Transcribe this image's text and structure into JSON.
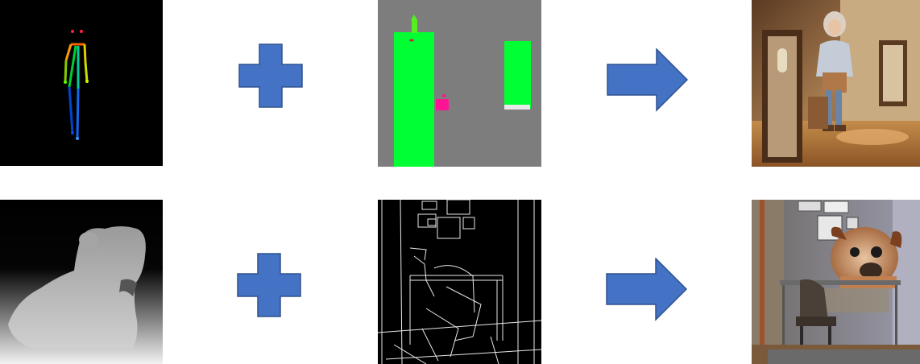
{
  "figure": {
    "accent_color": "#4472C4",
    "accent_border": "#2F528F",
    "rows": [
      {
        "inputs": [
          "pose-skeleton",
          "segmentation-map"
        ],
        "output": "generated-image-girl-mirror"
      },
      {
        "inputs": [
          "depth-map-dog",
          "edge-map-room"
        ],
        "output": "generated-image-dog-room"
      }
    ]
  }
}
